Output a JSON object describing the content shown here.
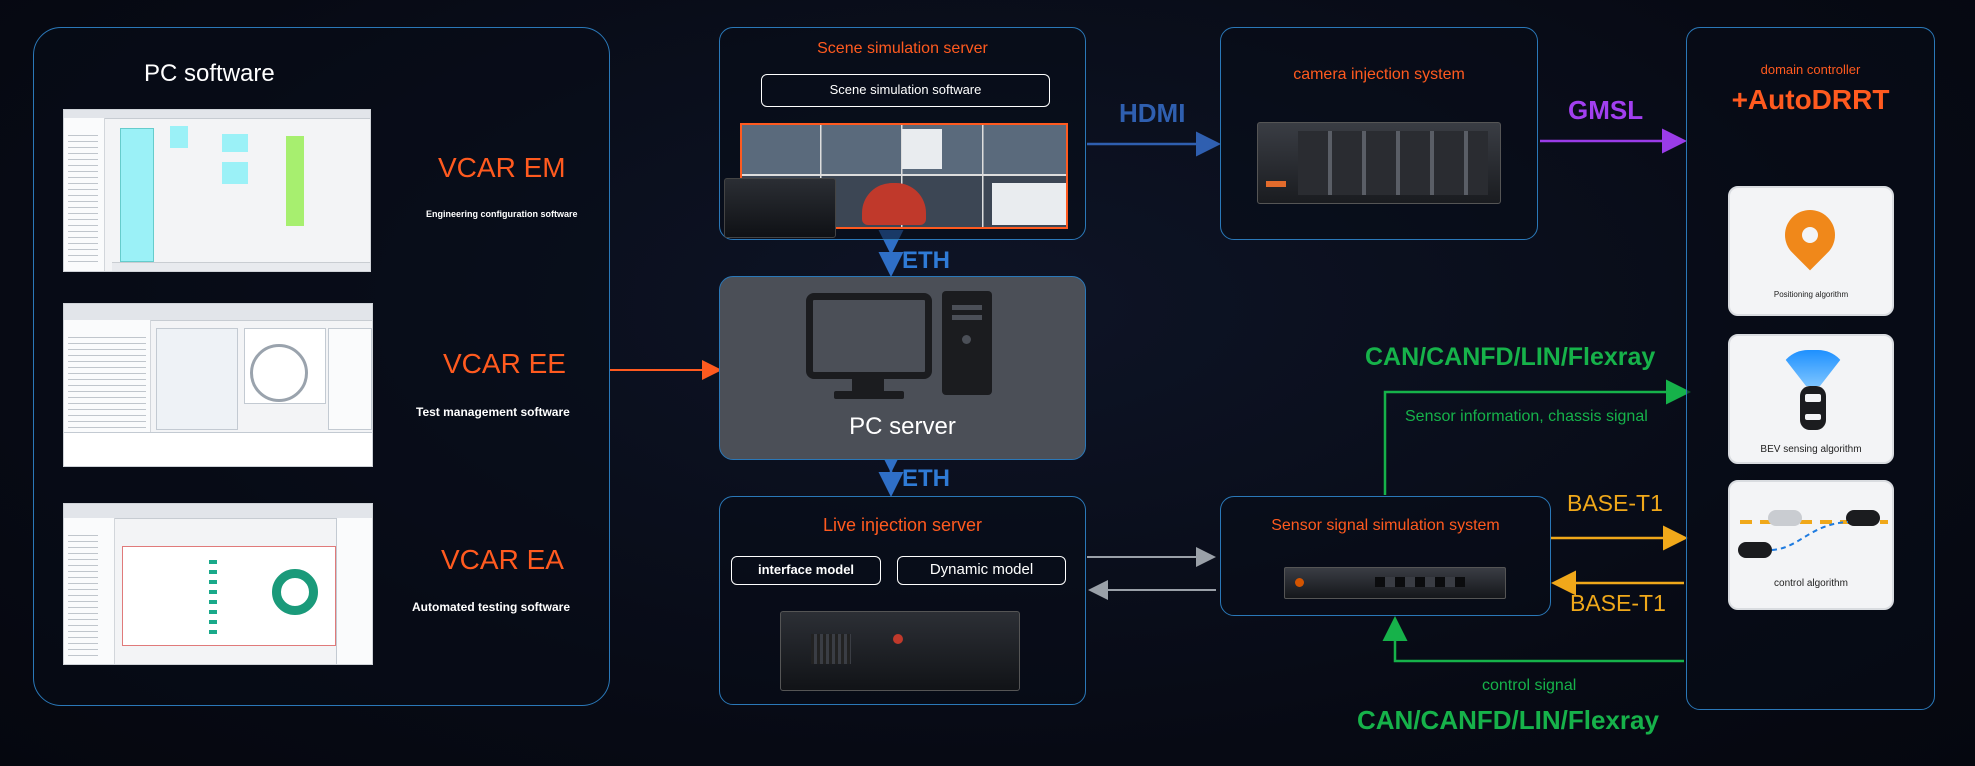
{
  "pc_software": {
    "title": "PC software",
    "items": [
      {
        "name": "VCAR EM",
        "desc": "Engineering configuration software"
      },
      {
        "name": "VCAR EE",
        "desc": "Test management software"
      },
      {
        "name": "VCAR EA",
        "desc": "Automated testing software"
      }
    ]
  },
  "scene_server": {
    "title": "Scene simulation server",
    "software": "Scene simulation software"
  },
  "pc_server": {
    "label": "PC server"
  },
  "live_server": {
    "title": "Live injection server",
    "model_a": "interface model",
    "model_b": "Dynamic model"
  },
  "camera_injection": {
    "title": "camera injection system"
  },
  "sensor_sim": {
    "title": "Sensor signal simulation system"
  },
  "domain": {
    "label": "domain controller",
    "title": "+AutoDRRT",
    "cards": [
      {
        "label": "Positioning algorithm"
      },
      {
        "label": "BEV sensing algorithm"
      },
      {
        "label": "control algorithm"
      }
    ]
  },
  "links": {
    "hdmi": "HDMI",
    "gmsl": "GMSL",
    "eth_top": "ETH",
    "eth_bottom": "ETH",
    "can_top": "CAN/CANFD/LIN/Flexray",
    "sensor_info": "Sensor information, chassis signal",
    "base_t1_top": "BASE-T1",
    "base_t1_bottom": "BASE-T1",
    "control_signal": "control signal",
    "can_bottom": "CAN/CANFD/LIN/Flexray"
  },
  "colors": {
    "orange": "#ff5a1f",
    "green": "#16b24a",
    "blue": "#2f6fc7",
    "yellow": "#f0a81a",
    "purple": "#a23ff0",
    "border": "#2a78b8"
  }
}
